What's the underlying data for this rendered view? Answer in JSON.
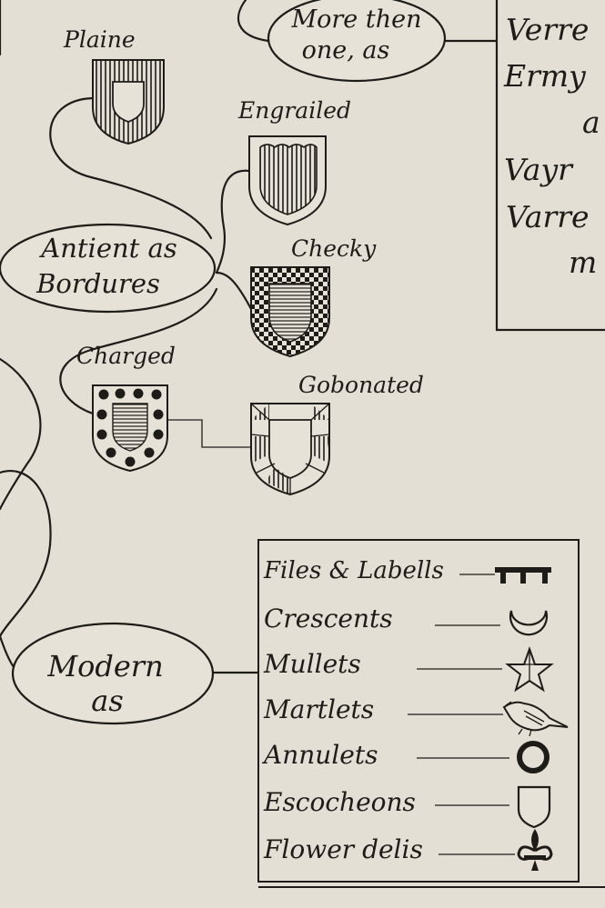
{
  "top_oval": {
    "line1": "More then",
    "line2": "one, as"
  },
  "right_box": {
    "lines": [
      "Verre",
      "Ermy",
      "a",
      "Vayr",
      "Varre",
      "m"
    ]
  },
  "antient": {
    "line1": "Antient as",
    "line2": "Bordures",
    "items": [
      {
        "label": "Plaine",
        "icon": "plain-bordure-shield-icon"
      },
      {
        "label": "Engrailed",
        "icon": "engrailed-bordure-shield-icon"
      },
      {
        "label": "Checky",
        "icon": "checky-bordure-shield-icon"
      },
      {
        "label": "Charged",
        "icon": "charged-bordure-shield-icon"
      },
      {
        "label": "Gobonated",
        "icon": "gobonated-bordure-shield-icon"
      }
    ]
  },
  "modern": {
    "line1": "Modern",
    "line2": "as",
    "items": [
      {
        "label": "Files & Labells",
        "icon": "label-icon"
      },
      {
        "label": "Crescents",
        "icon": "crescent-icon"
      },
      {
        "label": "Mullets",
        "icon": "mullet-star-icon"
      },
      {
        "label": "Martlets",
        "icon": "martlet-bird-icon"
      },
      {
        "label": "Annulets",
        "icon": "annulet-ring-icon"
      },
      {
        "label": "Escocheons",
        "icon": "escutcheon-icon"
      },
      {
        "label": "Flower delis",
        "icon": "fleur-de-lis-icon"
      }
    ]
  }
}
